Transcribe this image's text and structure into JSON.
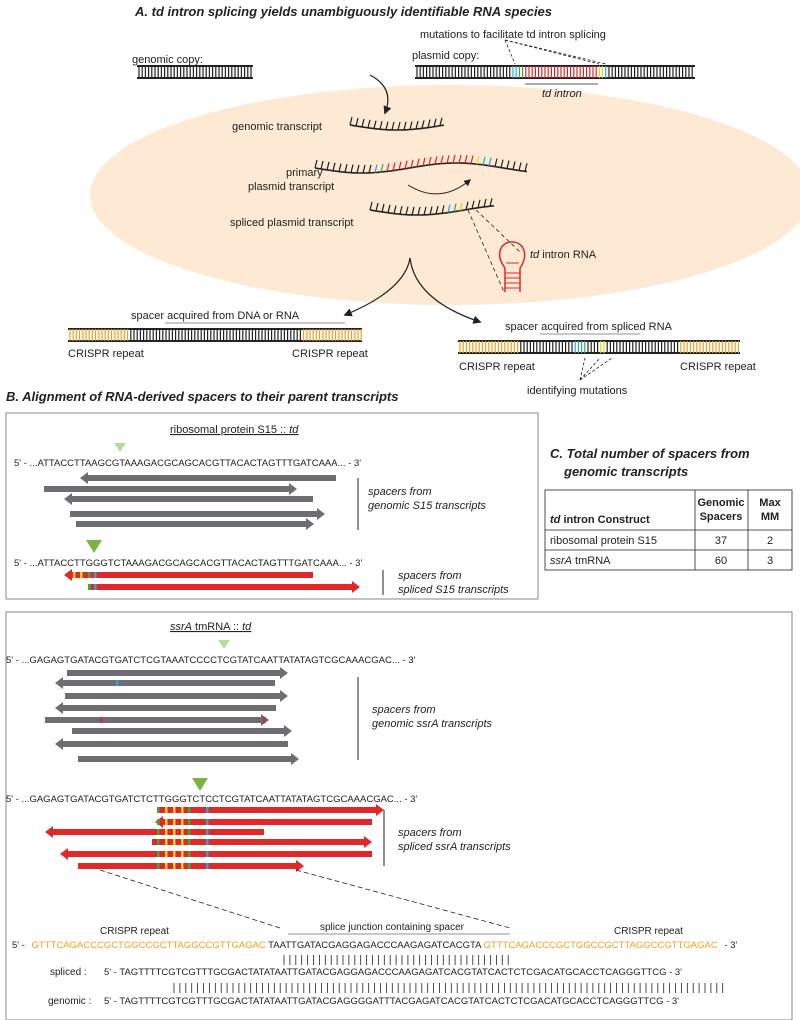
{
  "panel_a": {
    "title": "A. td intron splicing yields unambiguously identifiable RNA species",
    "mutations_label": "mutations to facilitate td intron splicing",
    "genomic_copy": "genomic copy:",
    "plasmid_copy": "plasmid copy:",
    "td_intron": "td intron",
    "genomic_transcript": "genomic transcript",
    "primary_line1": "primary",
    "primary_line2": "plasmid transcript",
    "spliced_transcript": "spliced plasmid transcript",
    "td_intron_rna": "td intron RNA",
    "spacer_dna_rna": "spacer acquired from DNA or RNA",
    "spacer_spliced": "spacer acquired from spliced RNA",
    "crispr_repeat": "CRISPR repeat",
    "identifying_mutations": "identifying mutations"
  },
  "panel_b": {
    "title": "B. Alignment of RNA-derived spacers to their parent transcripts",
    "s15_box_title": "ribosomal protein S15 :: td",
    "s15_seq_genomic": "5' - ...ATTACCTTAAGCGTAAAGACGCAGCACGTTACACTAGTTTGATCAAA... - 3'",
    "s15_seq_spliced": "5' - ...ATTACCTTGGGTCTAAAGACGCAGCACGTTACACTAGTTTGATCAAA... - 3'",
    "s15_genomic_label1": "spacers from",
    "s15_genomic_label2": "genomic S15 transcripts",
    "s15_spliced_label1": "spacers from",
    "s15_spliced_label2": "spliced S15 transcripts",
    "ssra_box_title": "ssrA tmRNA :: td",
    "ssra_seq_genomic": "5' - ...GAGAGTGATACGTGATCTCGTAAATCCCCTCGTATCAATTATATAGTCGCAAACGAC... - 3'",
    "ssra_seq_spliced": "5' - ...GAGAGTGATACGTGATCTCTTGGGTCTCCTCGTATCAATTATATAGTCGCAAACGAC... - 3'",
    "ssra_genomic_label1": "spacers from",
    "ssra_genomic_label2": "genomic ssrA transcripts",
    "ssra_spliced_label1": "spacers from",
    "ssra_spliced_label2": "spliced ssrA transcripts",
    "crispr_repeat": "CRISPR repeat",
    "splice_junction": "splice junction containing spacer",
    "bottom_5prime": "5' -",
    "bottom_repeat_left": "GTTTCAGACCCGCTGGCCGCTTAGGCCGTTGAGAC",
    "bottom_spacer": "TAATTGATACGAGGAGACCCAAGAGATCACGTA",
    "bottom_repeat_right": "GTTTCAGACCCGCTGGCCGCTTAGGCCGTTGAGAC",
    "bottom_3prime": "- 3'",
    "spliced_label": "spliced :",
    "spliced_seq": "5' - TAGTTTTCGTCGTTTGCGACTATATAATTGATACGAGGAGACCCAAGAGATCACGTATCACTCTCGACATGCACCTCAGGGTTCG - 3'",
    "genomic_label": "genomic :",
    "genomic_seq": "5' - TAGTTTTCGTCGTTTGCGACTATATAATTGATACGAGGGGATTTACGAGATCACGTATCACTCTCGACATGCACCTCAGGGTTCG - 3'"
  },
  "panel_c": {
    "title_line1": "C. Total number of spacers from",
    "title_line2": "genomic transcripts",
    "headers": [
      "td intron Construct",
      "Genomic Spacers",
      "Max MM"
    ],
    "header_line2": [
      "",
      "Spacers",
      "MM"
    ],
    "header_line1": [
      "",
      "Genomic",
      "Max"
    ],
    "rows": [
      {
        "construct": "ribosomal protein S15",
        "spacers": "37",
        "mm": "2"
      },
      {
        "construct": "ssrA tmRNA",
        "spacers": "60",
        "mm": "3"
      }
    ]
  },
  "colors": {
    "orange": "#f0a020",
    "red": "#e02828",
    "blue": "#27a7d8",
    "green": "#3aa83a",
    "yellow": "#f0d020",
    "gray": "#6d6e71",
    "ellipse": "#fde9d4",
    "triangle_green": "#7cb342",
    "triangle_light": "#b7dca0"
  }
}
